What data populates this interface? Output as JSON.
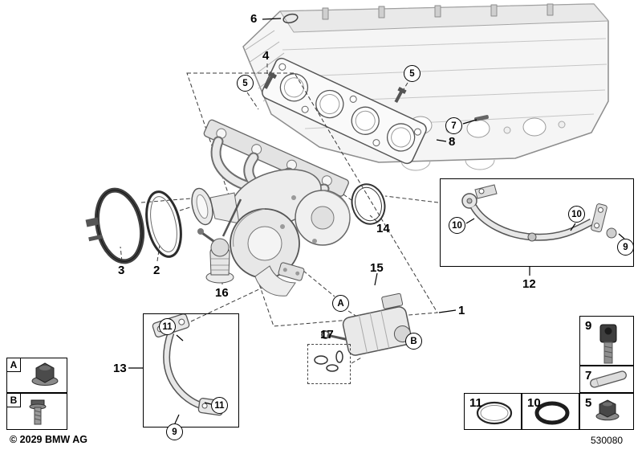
{
  "meta": {
    "copyright": "© 2029 BMW AG",
    "diagram_number": "530080"
  },
  "callouts": {
    "n1": "1",
    "n2": "2",
    "n3": "3",
    "n4": "4",
    "n6": "6",
    "n8": "8",
    "n12": "12",
    "n13": "13",
    "n14": "14",
    "n15": "15",
    "n16": "16",
    "n17": "17",
    "c5a": "5",
    "c5b": "5",
    "c7": "7",
    "c9a": "9",
    "c9b": "9",
    "c10a": "10",
    "c10b": "10",
    "c11a": "11",
    "c11b": "11",
    "cA": "A",
    "cB": "B"
  },
  "legend": {
    "a": "A",
    "b": "B"
  },
  "part_boxes": {
    "p9": "9",
    "p7": "7",
    "p5": "5",
    "p11": "11",
    "p10": "10"
  }
}
